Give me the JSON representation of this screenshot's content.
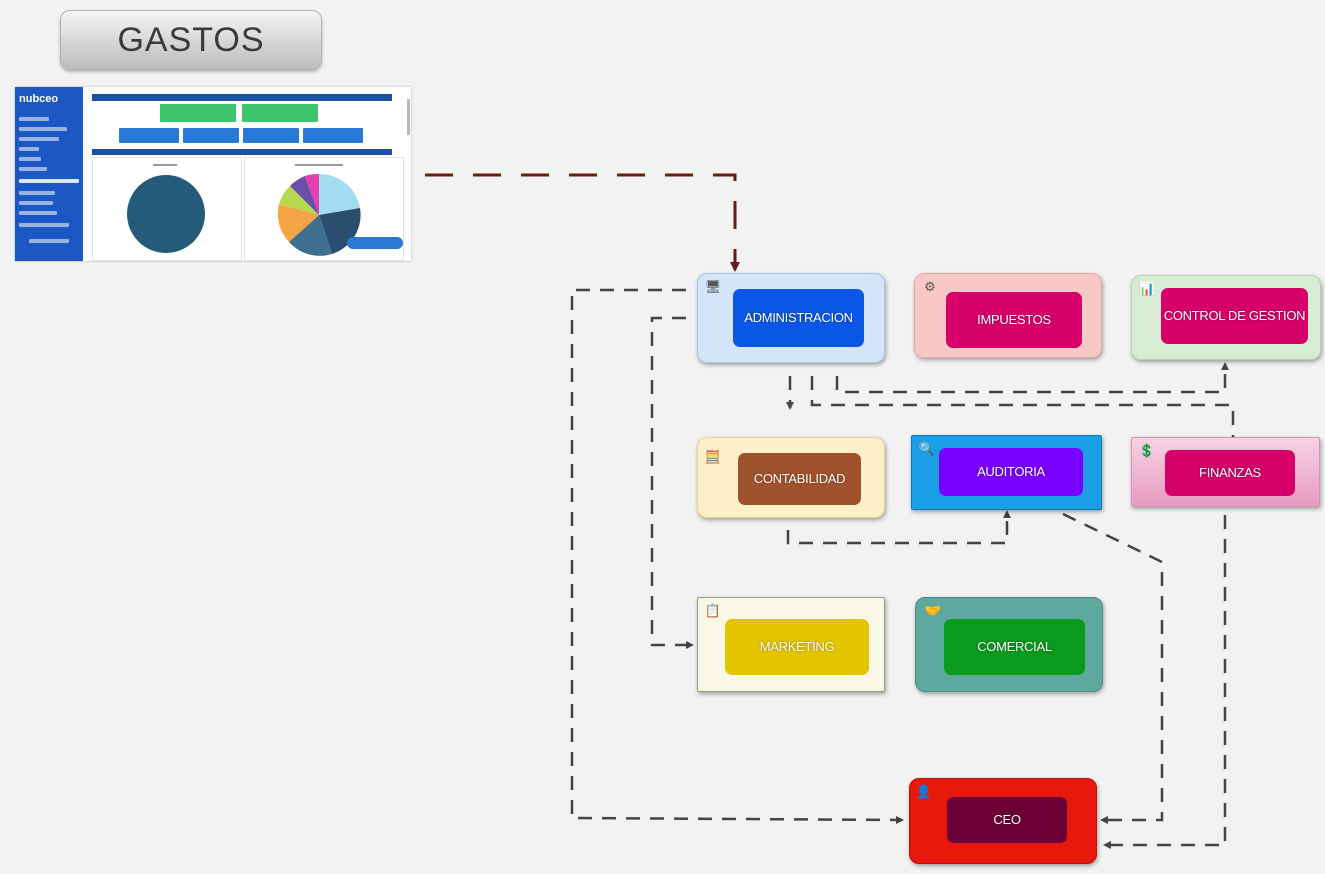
{
  "title": "GASTOS",
  "thumbnail": {
    "logo": "nubceo"
  },
  "departments": {
    "administracion": "ADMINISTRACION",
    "impuestos": "IMPUESTOS",
    "control_gestion": "CONTROL DE GESTION",
    "contabilidad": "CONTABILIDAD",
    "auditoria": "AUDITORIA",
    "finanzas": "FINANZAS",
    "marketing": "MARKETING",
    "comercial": "COMERCIAL",
    "ceo": "CEO"
  },
  "colors": {
    "administracion": "#0a56e6",
    "impuestos": "#d6006b",
    "control_gestion": "#d6006b",
    "contabilidad": "#a0522d",
    "auditoria": "#7a00ff",
    "finanzas": "#d6006b",
    "marketing": "#e3c500",
    "comercial": "#0a9a1e",
    "ceo": "#6b0036"
  },
  "icons": [
    "monitor-icon",
    "gear-icon",
    "chart-icon",
    "calculator-icon",
    "magnifier-icon",
    "money-icon",
    "presentation-icon",
    "handshake-icon",
    "user-icon"
  ]
}
